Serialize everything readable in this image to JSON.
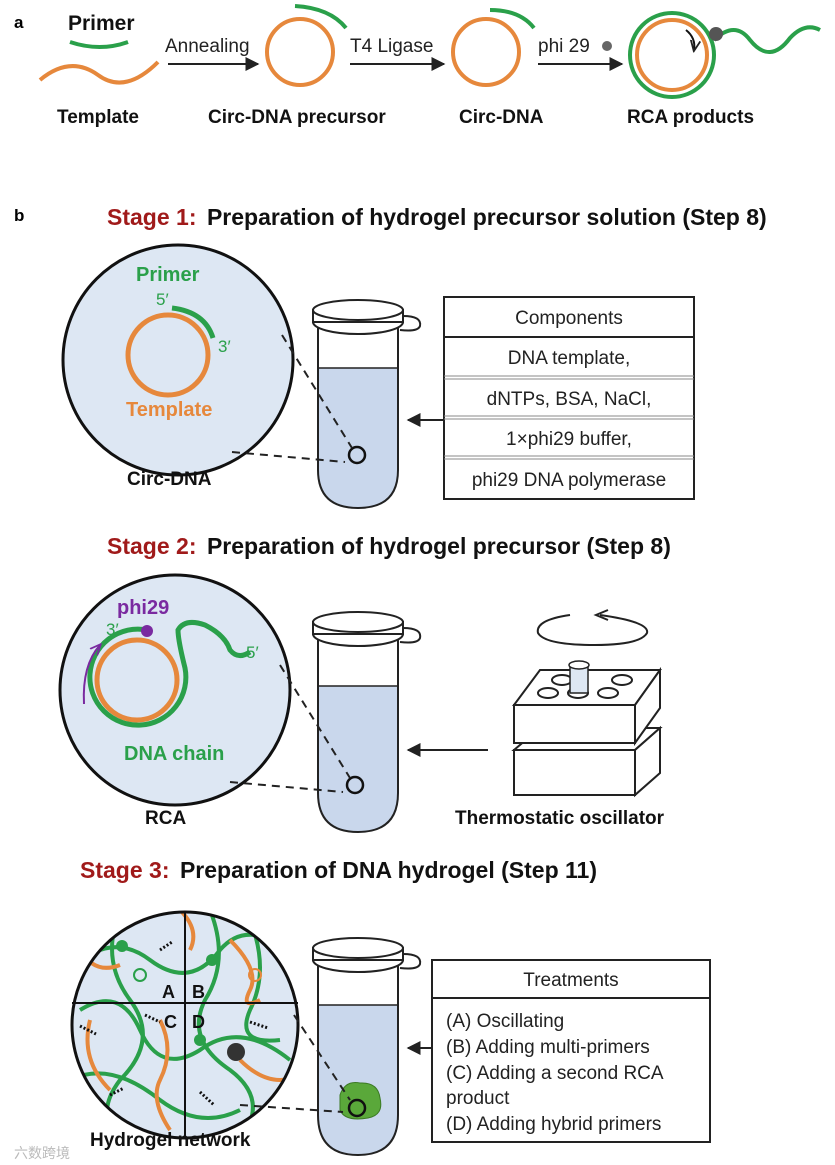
{
  "panel_a": {
    "label": "a",
    "primer_label": "Primer",
    "template_label": "Template",
    "arrow1": "Annealing",
    "arrow2": "T4 Ligase",
    "arrow3": "phi 29",
    "step2_label": "Circ-DNA precursor",
    "step3_label": "Circ-DNA",
    "step4_label": "RCA products"
  },
  "panel_b": {
    "label": "b",
    "stage1": {
      "prefix": "Stage 1:",
      "title": "Preparation of hydrogel precursor solution (Step 8)",
      "primer": "Primer",
      "five": "5′",
      "three": "3′",
      "template": "Template",
      "circle_caption": "Circ-DNA",
      "components_header": "Components",
      "components": [
        "DNA template,",
        "dNTPs, BSA, NaCl,",
        "1×phi29 buffer,",
        "phi29 DNA polymerase"
      ]
    },
    "stage2": {
      "prefix": "Stage 2:",
      "title": "Preparation of hydrogel precursor (Step 8)",
      "phi29": "phi29",
      "three": "3′",
      "five": "5′",
      "dna_chain": "DNA chain",
      "circle_caption": "RCA",
      "device_caption": "Thermostatic oscillator"
    },
    "stage3": {
      "prefix": "Stage 3:",
      "title": "Preparation of DNA hydrogel (Step 11)",
      "quad_a": "A",
      "quad_b": "B",
      "quad_c": "C",
      "quad_d": "D",
      "circle_caption": "Hydrogel network",
      "treatments_header": "Treatments",
      "treatments": [
        "(A) Oscillating",
        "(B) Adding multi-primers",
        "(C) Adding a second RCA",
        "product",
        "(D) Adding hybrid primers"
      ]
    }
  },
  "watermark": "六数跨境",
  "colors": {
    "green": "#2aa04a",
    "orange": "#e6883c",
    "purple": "#7a2aa0",
    "stage_red": "#a01a1a",
    "liquid": "#c9d7ec",
    "circle_fill": "#dde7f3"
  }
}
